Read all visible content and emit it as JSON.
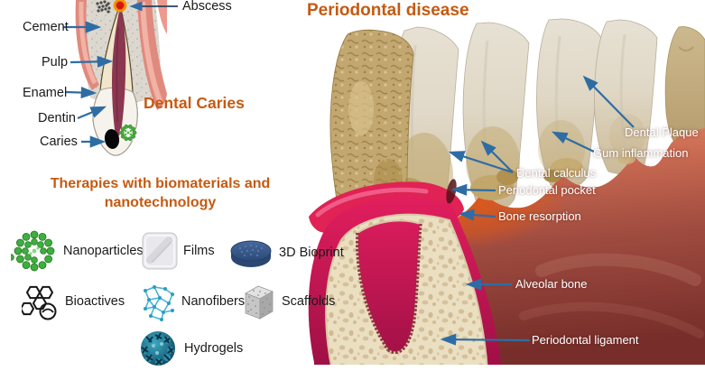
{
  "palette": {
    "heading_orange": "#C55A11",
    "arrow_blue": "#2E6DA4",
    "text_dark": "#1A1A1A",
    "text_white": "#FFFFFF",
    "gum_red": "#9E4B41",
    "inflamed_orange": "#E5560E",
    "ligament_magenta": "#C4155C",
    "bone_cream": "#EBDFC2"
  },
  "dental_caries_section": {
    "caption": "Dental Caries",
    "labels": {
      "abscess": "Abscess",
      "cement": "Cement",
      "pulp": "Pulp",
      "enamel": "Enamel",
      "dentin": "Dentin",
      "caries": "Caries"
    }
  },
  "therapies_section": {
    "title_line1": "Therapies with biomaterials and",
    "title_line2": "nanotechnology",
    "items": [
      {
        "id": "nanoparticles",
        "label": "Nanoparticles",
        "icon": "nanoparticles-icon"
      },
      {
        "id": "films",
        "label": "Films",
        "icon": "film-icon"
      },
      {
        "id": "bioprint",
        "label": "3D Bioprint",
        "icon": "3d-bioprint-icon"
      },
      {
        "id": "bioactives",
        "label": "Bioactives",
        "icon": "bioactives-icon"
      },
      {
        "id": "nanofibers",
        "label": "Nanofibers",
        "icon": "nanofibers-icon"
      },
      {
        "id": "scaffolds",
        "label": "Scaffolds",
        "icon": "scaffolds-icon"
      },
      {
        "id": "hydrogels",
        "label": "Hydrogels",
        "icon": "hydrogels-icon"
      }
    ]
  },
  "periodontal_section": {
    "title": "Periodontal disease",
    "labels": {
      "dental_plaque": "Dental Plaque",
      "gum_inflammation": "Gum inflammation",
      "dental_calculus": "Dental calculus",
      "periodontal_pocket": "Periodontal pocket",
      "bone_resorption": "Bone resorption",
      "alveolar_bone": "Alveolar bone",
      "periodontal_ligament": "Periodontal ligament"
    }
  }
}
